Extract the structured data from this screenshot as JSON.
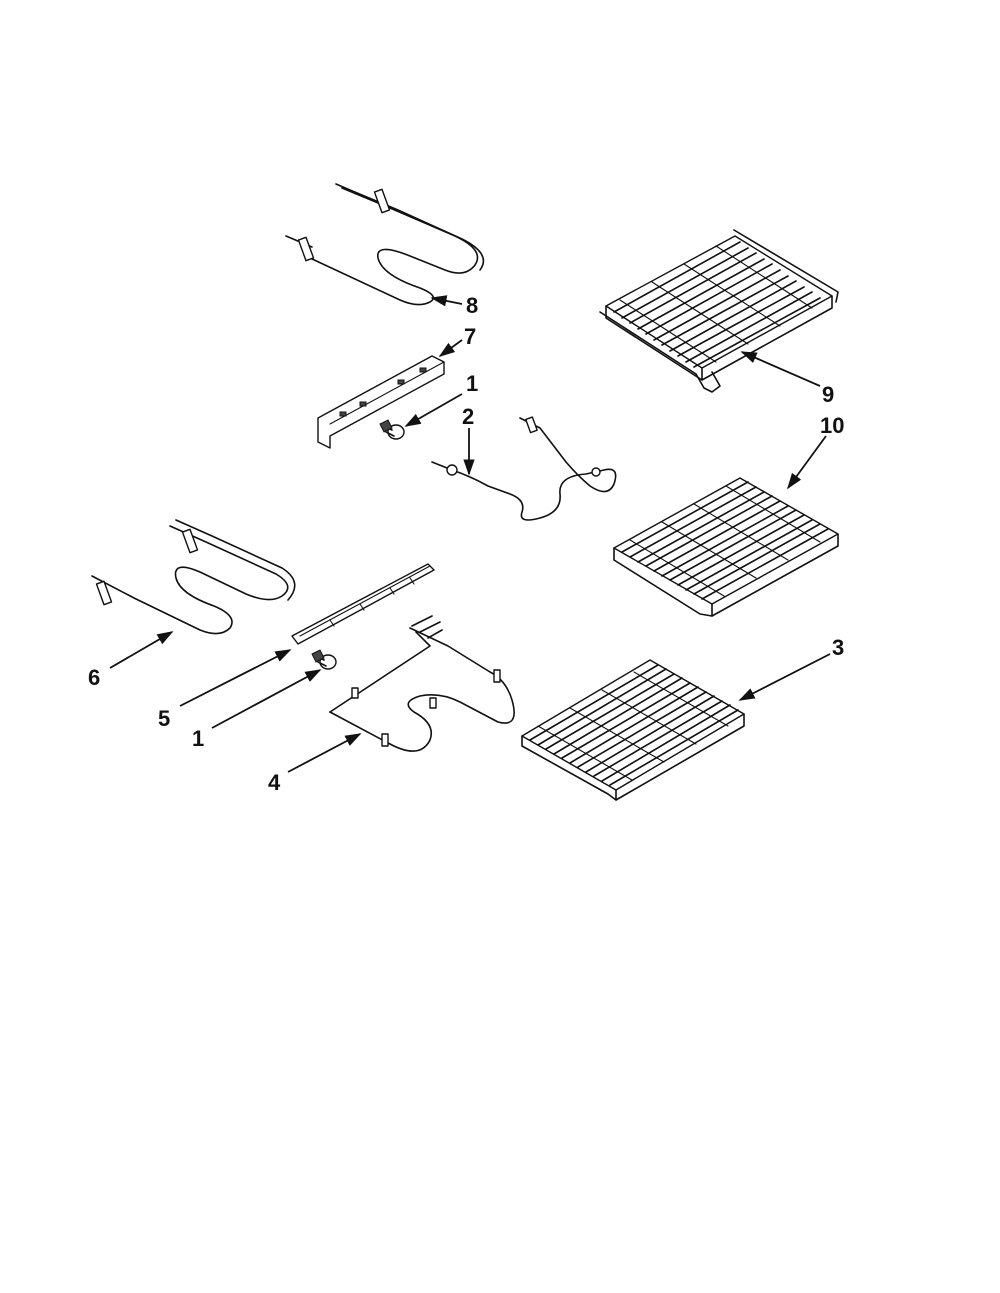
{
  "callouts": [
    {
      "id": "c8",
      "text": "8"
    },
    {
      "id": "c7",
      "text": "7"
    },
    {
      "id": "c1a",
      "text": "1"
    },
    {
      "id": "c2",
      "text": "2"
    },
    {
      "id": "c9",
      "text": "9"
    },
    {
      "id": "c10",
      "text": "10"
    },
    {
      "id": "c6",
      "text": "6"
    },
    {
      "id": "c5",
      "text": "5"
    },
    {
      "id": "c1b",
      "text": "1"
    },
    {
      "id": "c4",
      "text": "4"
    },
    {
      "id": "c3",
      "text": "3"
    }
  ]
}
